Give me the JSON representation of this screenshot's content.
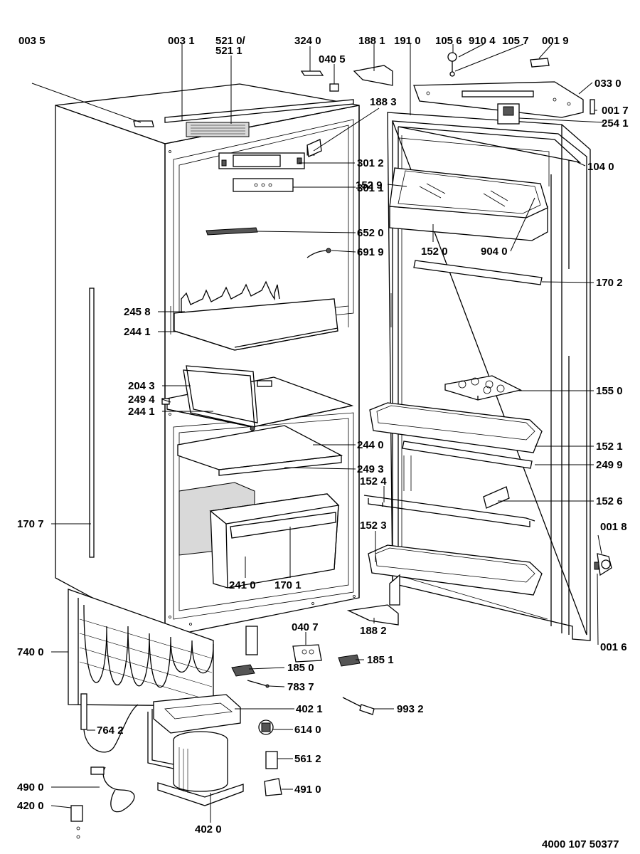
{
  "document_number": "4000 107 50377",
  "callouts": [
    {
      "id": "c-003-5",
      "label": "003 5"
    },
    {
      "id": "c-003-1",
      "label": "003 1"
    },
    {
      "id": "c-521-0",
      "label": "521 0/"
    },
    {
      "id": "c-521-1",
      "label": "521 1"
    },
    {
      "id": "c-324-0",
      "label": "324 0"
    },
    {
      "id": "c-040-5",
      "label": "040 5"
    },
    {
      "id": "c-188-1",
      "label": "188 1"
    },
    {
      "id": "c-191-0",
      "label": "191 0"
    },
    {
      "id": "c-105-6",
      "label": "105 6"
    },
    {
      "id": "c-910-4",
      "label": "910 4"
    },
    {
      "id": "c-105-7",
      "label": "105 7"
    },
    {
      "id": "c-001-9",
      "label": "001 9"
    },
    {
      "id": "c-033-0",
      "label": "033 0"
    },
    {
      "id": "c-001-7",
      "label": "001 7"
    },
    {
      "id": "c-188-3",
      "label": "188 3"
    },
    {
      "id": "c-254-1",
      "label": "254 1"
    },
    {
      "id": "c-104-0",
      "label": "104 0"
    },
    {
      "id": "c-301-2",
      "label": "301 2"
    },
    {
      "id": "c-301-1",
      "label": "301 1"
    },
    {
      "id": "c-152-9",
      "label": "152 9"
    },
    {
      "id": "c-652-0",
      "label": "652 0"
    },
    {
      "id": "c-152-0",
      "label": "152 0"
    },
    {
      "id": "c-904-0",
      "label": "904 0"
    },
    {
      "id": "c-691-9",
      "label": "691 9"
    },
    {
      "id": "c-170-2",
      "label": "170 2"
    },
    {
      "id": "c-245-8",
      "label": "245 8"
    },
    {
      "id": "c-244-1a",
      "label": "244 1"
    },
    {
      "id": "c-204-3",
      "label": "204 3"
    },
    {
      "id": "c-249-4",
      "label": "249 4"
    },
    {
      "id": "c-244-1b",
      "label": "244 1"
    },
    {
      "id": "c-155-0",
      "label": "155 0"
    },
    {
      "id": "c-244-0",
      "label": "244 0"
    },
    {
      "id": "c-152-1",
      "label": "152 1"
    },
    {
      "id": "c-249-3",
      "label": "249 3"
    },
    {
      "id": "c-249-9",
      "label": "249 9"
    },
    {
      "id": "c-152-4",
      "label": "152 4"
    },
    {
      "id": "c-152-6",
      "label": "152 6"
    },
    {
      "id": "c-170-7",
      "label": "170 7"
    },
    {
      "id": "c-152-3",
      "label": "152 3"
    },
    {
      "id": "c-001-8",
      "label": "001 8"
    },
    {
      "id": "c-241-0",
      "label": "241 0"
    },
    {
      "id": "c-170-1",
      "label": "170 1"
    },
    {
      "id": "c-040-7",
      "label": "040 7"
    },
    {
      "id": "c-188-2",
      "label": "188 2"
    },
    {
      "id": "c-001-6",
      "label": "001 6"
    },
    {
      "id": "c-740-0",
      "label": "740 0"
    },
    {
      "id": "c-185-0",
      "label": "185 0"
    },
    {
      "id": "c-185-1",
      "label": "185 1"
    },
    {
      "id": "c-783-7",
      "label": "783 7"
    },
    {
      "id": "c-402-1",
      "label": "402 1"
    },
    {
      "id": "c-993-2",
      "label": "993 2"
    },
    {
      "id": "c-764-2",
      "label": "764 2"
    },
    {
      "id": "c-614-0",
      "label": "614 0"
    },
    {
      "id": "c-561-2",
      "label": "561 2"
    },
    {
      "id": "c-490-0",
      "label": "490 0"
    },
    {
      "id": "c-491-0",
      "label": "491 0"
    },
    {
      "id": "c-420-0",
      "label": "420 0"
    },
    {
      "id": "c-402-0",
      "label": "402 0"
    }
  ]
}
